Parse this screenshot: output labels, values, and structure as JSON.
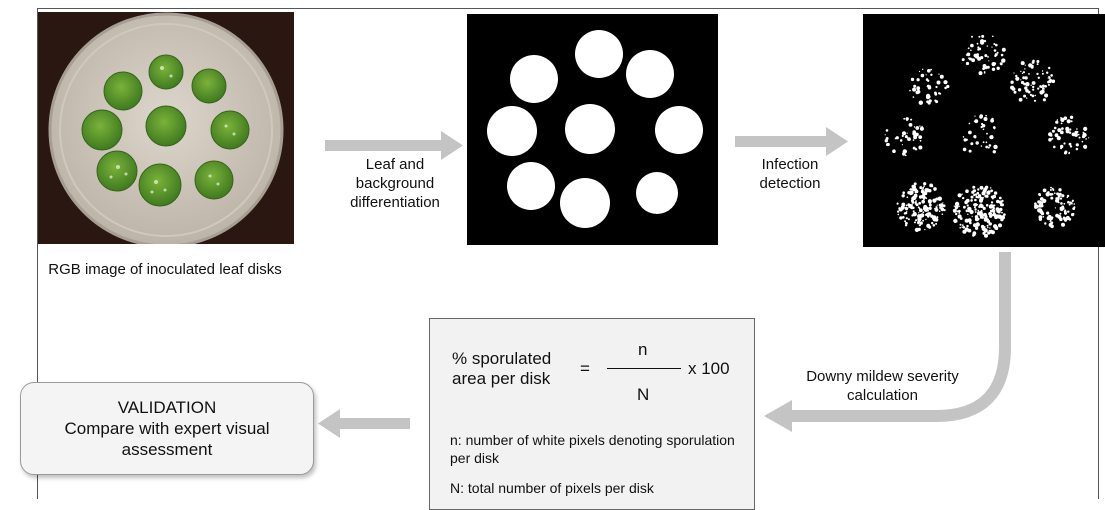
{
  "images": {
    "rgb_caption": "RGB image of inoculated leaf disks"
  },
  "steps": {
    "step1": "Leaf and background differentiation",
    "step2": "Infection detection",
    "step3": "Downy mildew severity calculation"
  },
  "formula": {
    "lhs": "% sporulated area per disk",
    "equals": "=",
    "numerator": "n",
    "denominator": "N",
    "multiplier": "x 100",
    "note_n": "n: number of white pixels denoting sporulation per disk",
    "note_N": "N: total number of pixels per disk"
  },
  "validation": {
    "title": "VALIDATION",
    "body": "Compare with expert visual assessment"
  },
  "colors": {
    "arrow": "#c4c4c4",
    "leaf": "#5f9a2a",
    "dish": "#d9d2c8",
    "background": "#2a1712"
  }
}
